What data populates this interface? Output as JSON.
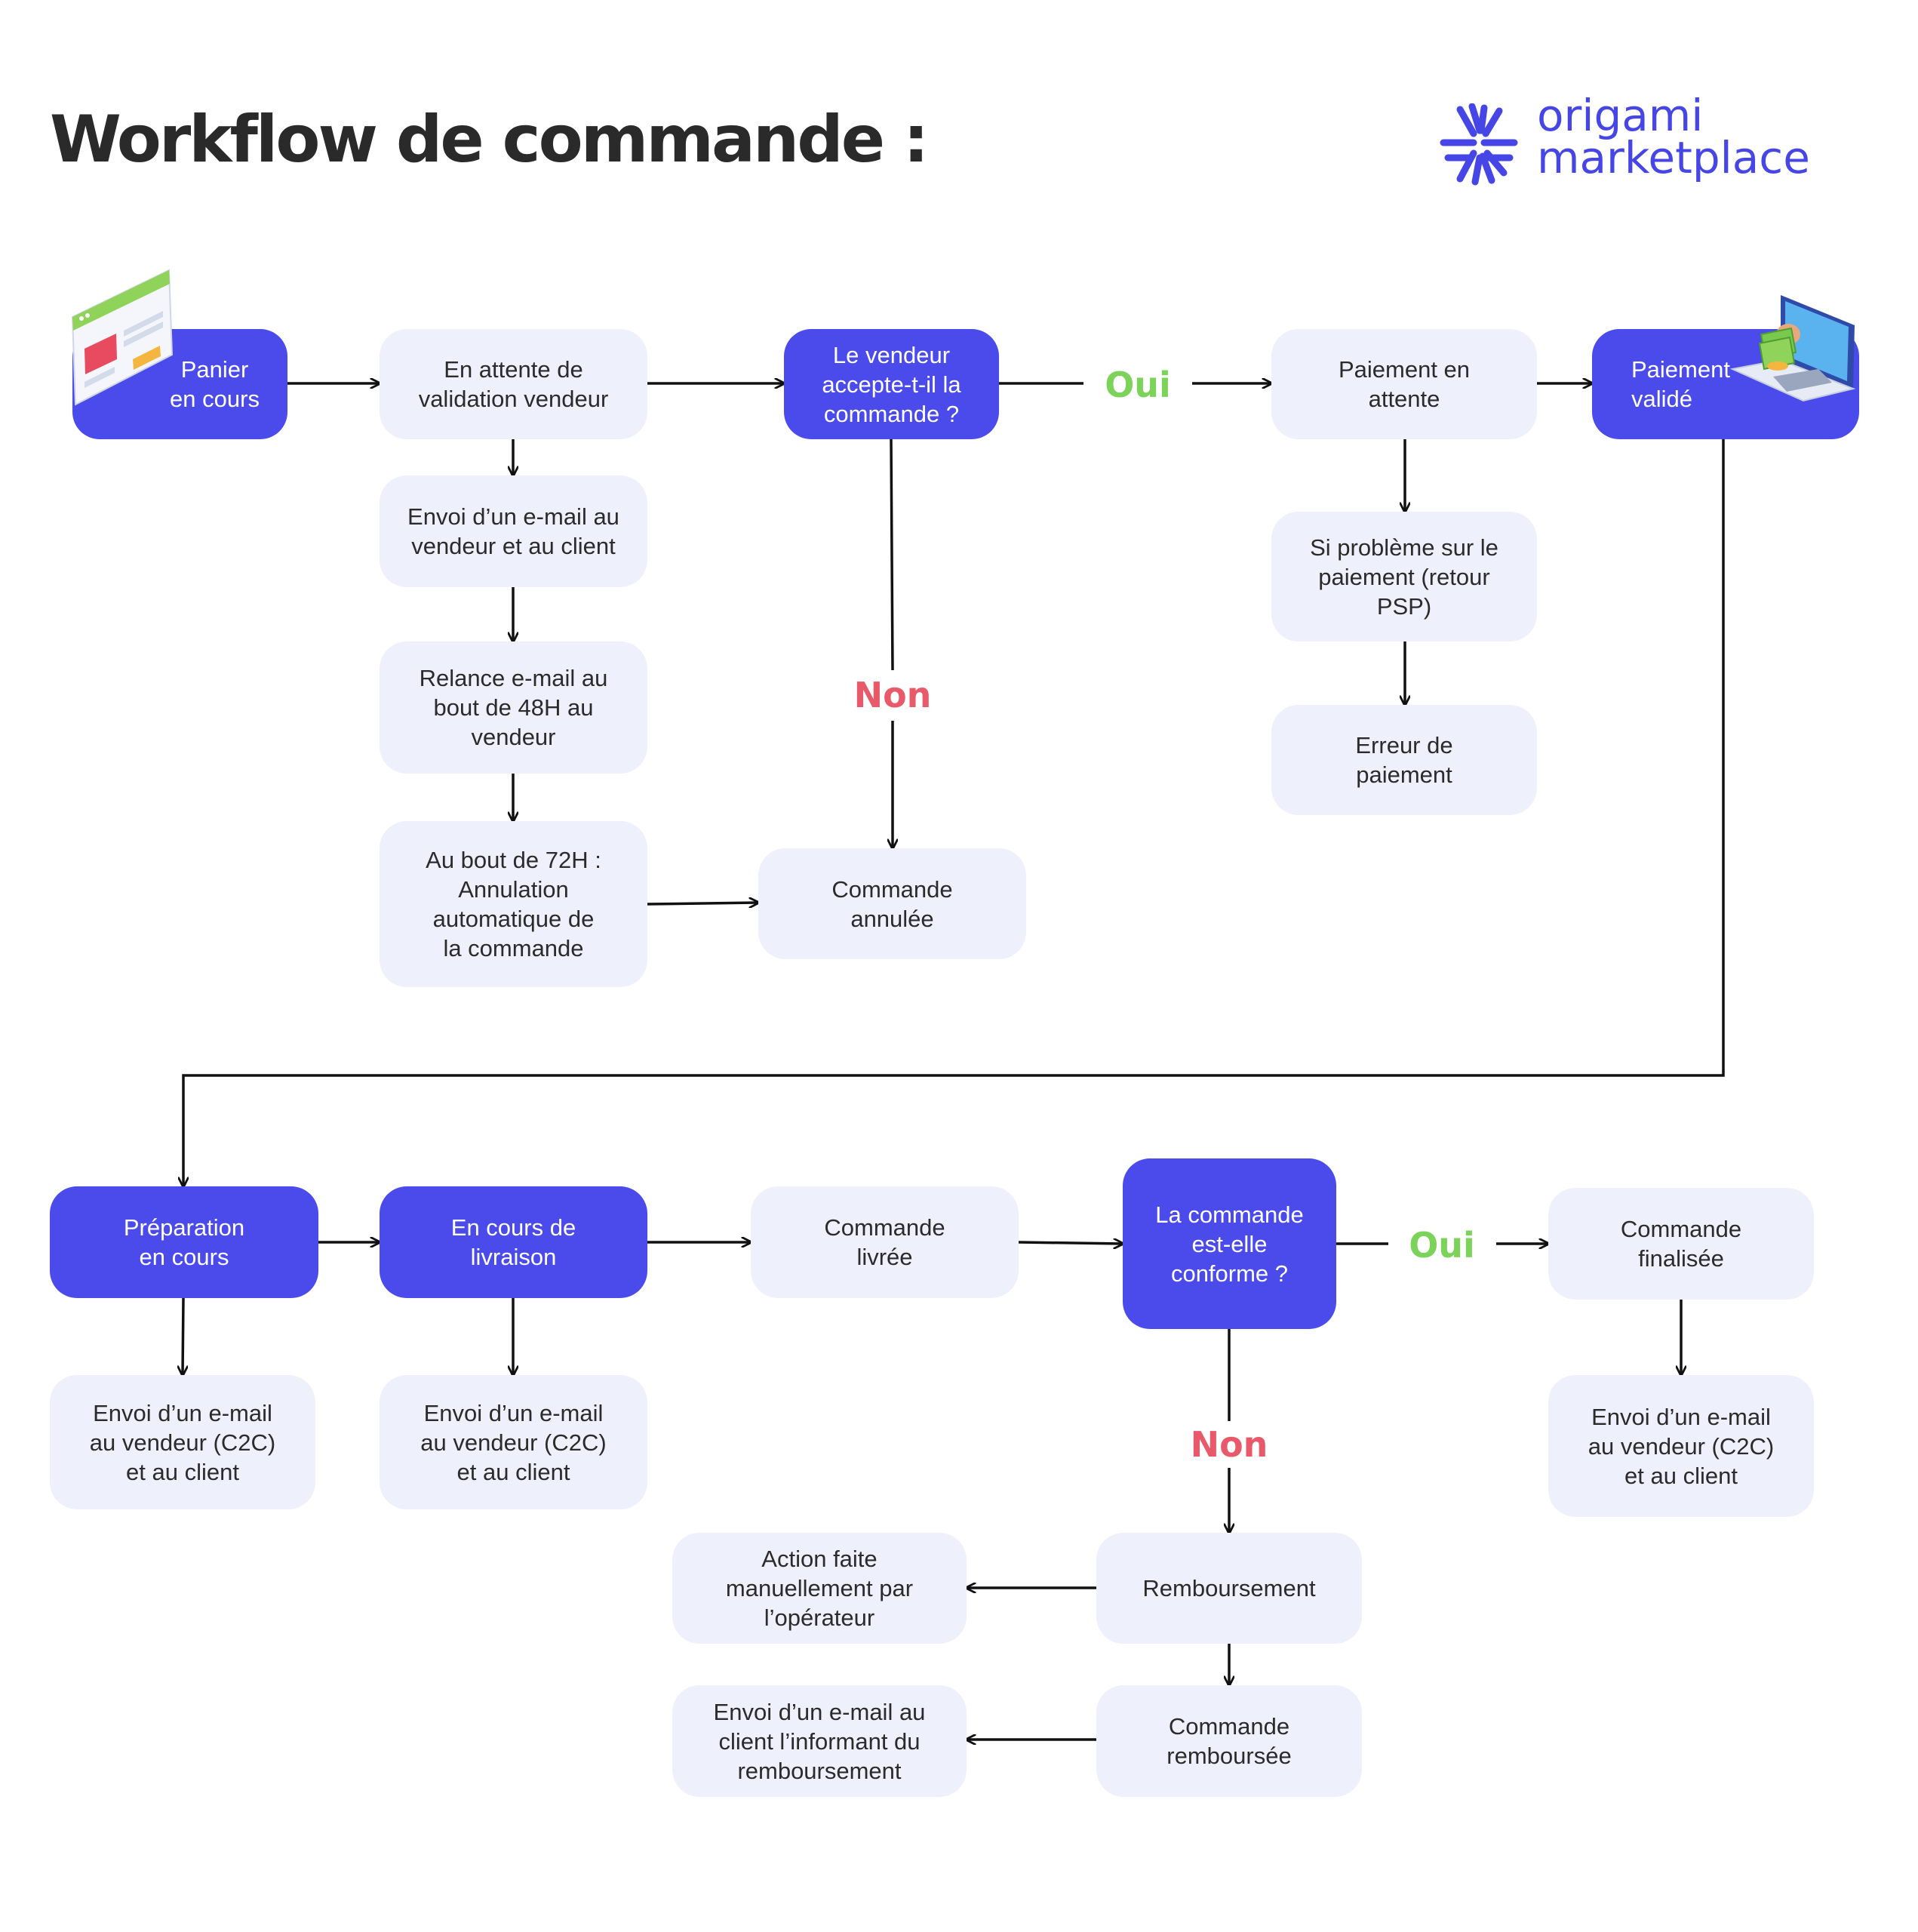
{
  "header": {
    "title": "Workflow de commande :",
    "logo_line1": "origami",
    "logo_line2": "marketplace"
  },
  "colors": {
    "primary": "#4b4bec",
    "light_node": "#eef1fb",
    "yes": "#7bd35a",
    "no": "#e85a6a",
    "line": "#111111"
  },
  "diagram": {
    "nodes": {
      "panier": "Panier\nen cours",
      "attente_validation": "En attente de\nvalidation vendeur",
      "vendeur_accepte": "Le vendeur\naccepte-t-il la\ncommande ?",
      "paiement_attente": "Paiement en\nattente",
      "paiement_valide": "Paiement\nvalidé",
      "email_vendeur_client": "Envoi d’un e-mail au\nvendeur et au client",
      "relance_48h": "Relance e-mail au\nbout de 48H au\nvendeur",
      "annulation_72h": "Au bout de 72H :\nAnnulation\nautomatique de\nla commande",
      "commande_annulee": "Commande\nannulée",
      "probleme_paiement": "Si problème sur le\npaiement (retour\nPSP)",
      "erreur_paiement": "Erreur de\npaiement",
      "preparation": "Préparation\nen cours",
      "livraison": "En cours de\nlivraison",
      "livree": "Commande\nlivrée",
      "conforme": "La commande\nest-elle\nconforme ?",
      "finalisee": "Commande\nfinalisée",
      "email_prep": "Envoi d’un e-mail\nau vendeur (C2C)\net au client",
      "email_livraison": "Envoi d’un e-mail\nau vendeur (C2C)\net au client",
      "email_finalisee": "Envoi d’un e-mail\nau vendeur (C2C)\net au client",
      "remboursement": "Remboursement",
      "action_manuelle": "Action faite\nmanuellement par\nl’opérateur",
      "remboursee": "Commande\nremboursée",
      "email_remboursement": "Envoi d’un e-mail au\nclient l’informant du\nremboursement"
    },
    "labels": {
      "oui_1": "Oui",
      "non_1": "Non",
      "oui_2": "Oui",
      "non_2": "Non"
    }
  }
}
